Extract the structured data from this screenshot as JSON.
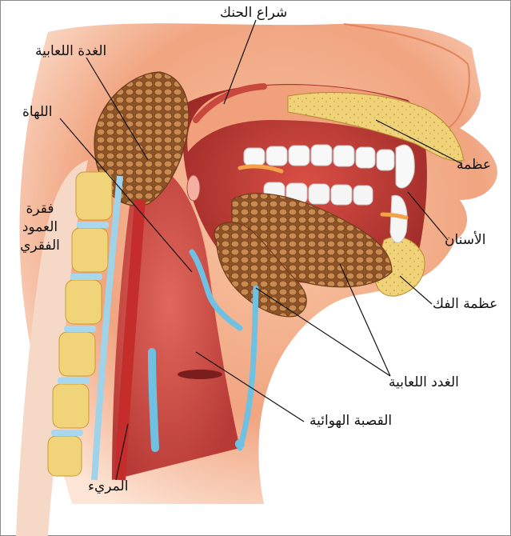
{
  "diagram": {
    "labels": {
      "palate": "شراع الحنك",
      "salivary_gland_top": "الغدة اللعابية",
      "uvula": "اللهاة",
      "bone": "عظمة",
      "vertebra_line1": "فقرة",
      "vertebra_line2": "العمود",
      "vertebra_line3": "الفقري",
      "teeth": "الأسنان",
      "jaw_bone": "عظمة الفك",
      "salivary_glands": "الغدد اللعابية",
      "trachea": "القصبة الهوائية",
      "esophagus": "المريء"
    },
    "colors": {
      "skin": "#f2a27a",
      "flesh": "#d9534a",
      "bone": "#f1d27a",
      "gland": "#b5763c",
      "cartilage": "#9fd3ea",
      "teeth": "#f7f7f7",
      "line": "#111111"
    }
  }
}
